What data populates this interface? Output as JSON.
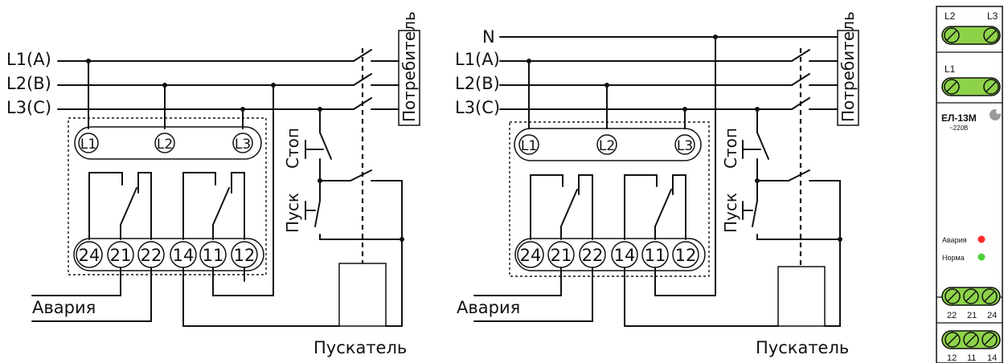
{
  "left": {
    "phases": [
      "L1(A)",
      "L2(B)",
      "L3(C)"
    ],
    "terminals_top": [
      "L1",
      "L2",
      "L3"
    ],
    "terminals_bottom": [
      "24",
      "21",
      "22",
      "14",
      "11",
      "12"
    ],
    "consumer": "Потребитель",
    "stop": "Стоп",
    "start": "Пуск",
    "alarm": "Авария",
    "starter": "Пускатель"
  },
  "right": {
    "neutral": "N",
    "phases": [
      "L1(A)",
      "L2(B)",
      "L3(C)"
    ],
    "terminals_top": [
      "L1",
      "L2",
      "L3"
    ],
    "terminals_bottom": [
      "24",
      "21",
      "22",
      "14",
      "11",
      "12"
    ],
    "consumer": "Потребитель",
    "stop": "Стоп",
    "start": "Пуск",
    "alarm": "Авария",
    "starter": "Пускатель"
  },
  "device": {
    "top_labels": [
      "L2",
      "L3"
    ],
    "mid_label": "L1",
    "model": "ЕЛ-13М",
    "voltage": "~220В",
    "led_alarm": "Авария",
    "led_normal": "Норма",
    "bottom1_labels": [
      "22",
      "21",
      "24"
    ],
    "bottom2_labels": [
      "12",
      "11",
      "14"
    ],
    "colors": {
      "terminal_green": "#8ed24a",
      "led_red": "#ff2a2a",
      "led_green": "#4fd23a"
    }
  }
}
